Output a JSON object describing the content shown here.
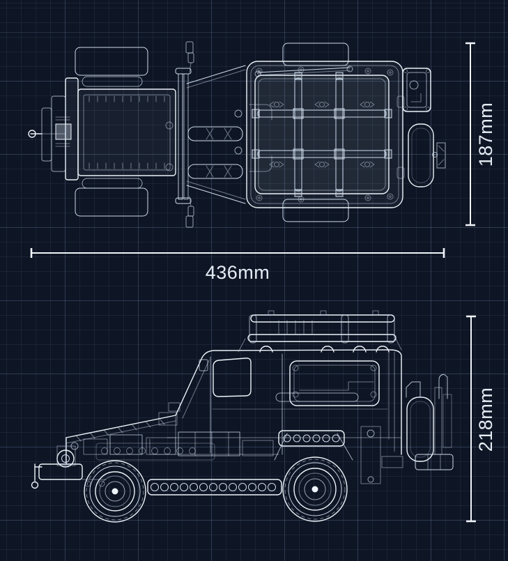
{
  "diagram": {
    "kind": "product blueprint, top view and side view of brick-built off-road vehicle",
    "dimensions": {
      "length": {
        "label": "436mm",
        "orientation": "horizontal"
      },
      "width": {
        "label": "187mm",
        "orientation": "vertical"
      },
      "height": {
        "label": "218mm",
        "orientation": "vertical"
      }
    },
    "colors": {
      "background": "#0e1524",
      "line": "#cfdcec",
      "line_bright": "#eef4fa",
      "dimension": "#f1f5fa",
      "grid_minor": "rgba(122,156,204,0.10)",
      "grid_major": "rgba(142,176,224,0.17)"
    }
  }
}
